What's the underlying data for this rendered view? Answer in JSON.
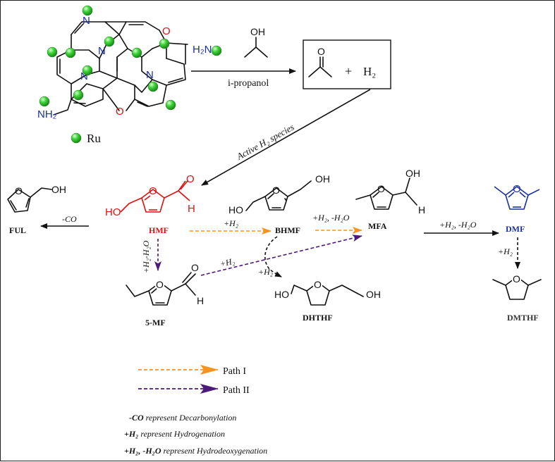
{
  "catalyst": {
    "legend_label": "Ru",
    "n_atoms": "N",
    "o_atoms": "O",
    "nh2_right": "H₂N",
    "nh2_left": "NH₂"
  },
  "reagent": {
    "oh": "OH",
    "name": "i-propanol",
    "plus": "+",
    "h2": "H₂"
  },
  "active_species": "Active H₂ species",
  "molecules": {
    "ful": {
      "name": "FUL",
      "oh": "OH"
    },
    "hmf": {
      "name": "HMF",
      "ho": "HO",
      "o": "O",
      "h": "H"
    },
    "bhmf": {
      "name": "BHMF",
      "ho": "HO",
      "oh": "OH"
    },
    "mfa": {
      "name": "MFA",
      "oh": "OH",
      "h": "H"
    },
    "dmf": {
      "name": "DMF"
    },
    "mf5": {
      "name": "5-MF",
      "o": "O",
      "h": "H"
    },
    "dhthf": {
      "name": "DHTHF",
      "ho": "HO",
      "oh": "OH"
    },
    "dmthf": {
      "name": "DMTHF"
    }
  },
  "arrows": {
    "hmf_to_ful": "-CO",
    "hmf_to_bhmf": "+H₂",
    "bhmf_to_mfa": "+H₂, -H₂O",
    "mfa_to_dmf": "+H₂, -H₂O",
    "dmf_to_dmthf": "+H₂",
    "hmf_to_5mf": "+H₂-H₂O",
    "mf5_to_mfa": "+H₂",
    "bhmf_to_dhthf": "+H₂"
  },
  "legend": {
    "path1": "Path I",
    "path2": "Path II",
    "path1_color": "#f7931e",
    "path2_color": "#4b1a7a"
  },
  "notes": {
    "co_key": "-CO",
    "co_text": " represent Decarbonylation",
    "h2_key": "+H₂",
    "h2_text": " represent Hydrogenation",
    "hdo_key": "+H₂, -H₂O",
    "hdo_text": " represent Hydrodeoxygenation"
  }
}
